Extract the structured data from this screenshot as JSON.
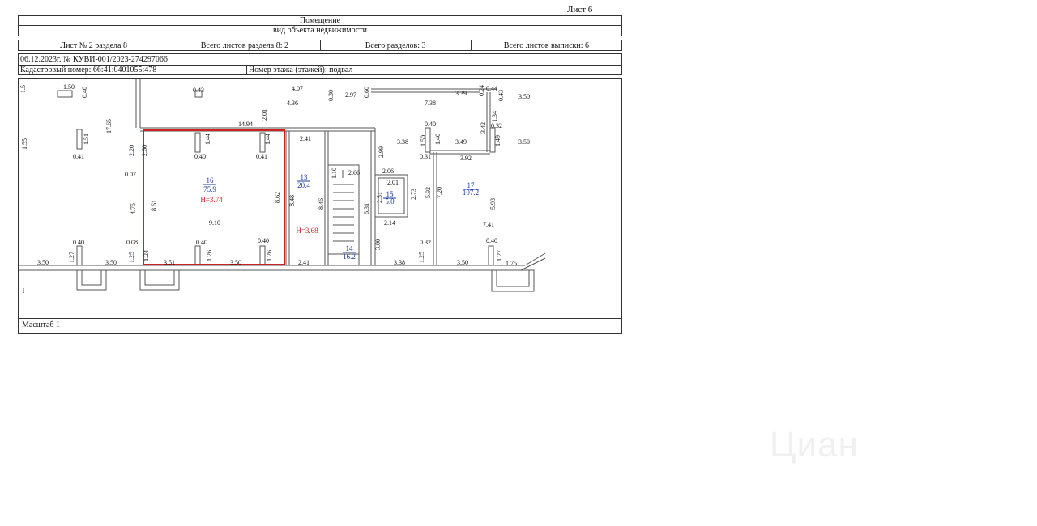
{
  "header": {
    "sheet": "Лист 6",
    "title": "Помещение",
    "subtitle": "вид объекта недвижимости",
    "info": [
      "Лист № 2 раздела 8",
      "Всего листов раздела 8: 2",
      "Всего разделов: 3",
      "Всего листов выписки: 6"
    ],
    "date_number": "06.12.2023г. № КУВИ-001/2023-274297066",
    "cadastral": "Кадастровый номер: 66:41:0401055:478",
    "floor": "Номер этажа (этажей): подвал"
  },
  "plan": {
    "rooms": [
      {
        "id": "16",
        "area": "75.9",
        "height": "H=3.74"
      },
      {
        "id": "13",
        "area": "20.4",
        "height": "H=3.68"
      },
      {
        "id": "14",
        "area": "16.2"
      },
      {
        "id": "15",
        "area": "5.0"
      },
      {
        "id": "17",
        "area": "107.2"
      }
    ],
    "dims": {
      "d1": "1.5",
      "d2": "1.50",
      "d3": "0.40",
      "d4": "0.43",
      "d5": "1.55",
      "d6": "17.65",
      "d7": "1.51",
      "d8": "0.41",
      "d9": "2.20",
      "d10": "2.60",
      "d11": "1.44",
      "d12": "0.40",
      "d13": "1.44",
      "d14": "0.41",
      "d15": "14.94",
      "d16": "2.01",
      "d17": "4.07",
      "d18": "4.36",
      "d19": "0.30",
      "d20": "2.97",
      "d21": "0.60",
      "d22": "7.38",
      "d23": "3.39",
      "d24": "0.24",
      "d25": "0.44",
      "d26": "0.43",
      "d27": "3.50",
      "d28": "1.34",
      "d29": "0.32",
      "d30": "3.42",
      "d31": "0.40",
      "d32": "1.50",
      "d33": "1.40",
      "d34": "3.49",
      "d35": "1.49",
      "d36": "3.50",
      "d37": "0.31",
      "d38": "3.92",
      "d39": "3.38",
      "d40": "2.99",
      "d41": "2.41",
      "d42": "0.07",
      "d43": "8.61",
      "d44": "8.62",
      "d45": "8.48",
      "d46": "8.46",
      "d47": "2.66",
      "d48": "1.10",
      "d49": "2.06",
      "d50": "2.01",
      "d51": "2.51",
      "d52": "2.73",
      "d53": "6.31",
      "d54": "2.14",
      "d55": "5.92",
      "d56": "7.20",
      "d57": "5.93",
      "d58": "7.41",
      "d59": "4.75",
      "d60": "9.10",
      "d61": "0.40",
      "d62": "0.08",
      "d63": "0.40",
      "d64": "0.40",
      "d65": "3.00",
      "d66": "0.32",
      "d67": "0.40",
      "d68": "1.27",
      "d69": "1.25",
      "d70": "1.24",
      "d71": "1.26",
      "d72": "1.26",
      "d73": "1.25",
      "d74": "1.27",
      "d75": "3.50",
      "d76": "3.50",
      "d77": "3.51",
      "d78": "3.50",
      "d79": "2.41",
      "d80": "3.38",
      "d81": "3.50",
      "d82": "1.75",
      "d83": "I"
    }
  },
  "footer": {
    "scale": "Масштаб 1"
  },
  "watermark": "Циан"
}
